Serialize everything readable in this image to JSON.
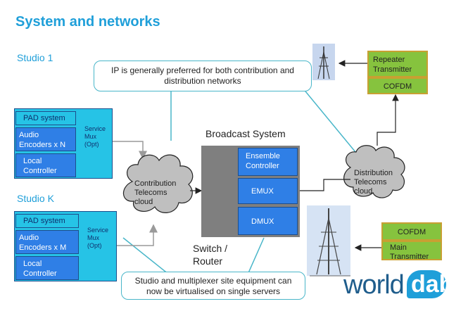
{
  "title": "System and networks",
  "studios": {
    "studio1": {
      "label": "Studio 1",
      "pad": "PAD system",
      "audio_line1": "Audio",
      "audio_line2": "Encoders x N",
      "local_line1": "Local",
      "local_line2": "Controller",
      "mux_line1": "Service",
      "mux_line2": "Mux",
      "mux_line3": "(Opt)"
    },
    "studioK": {
      "label": "Studio K",
      "pad": "PAD system",
      "audio_line1": "Audio",
      "audio_line2": "Encoders x M",
      "local_line1": "Local",
      "local_line2": "Controller",
      "mux_line1": "Service",
      "mux_line2": "Mux",
      "mux_line3": "(Opt)"
    }
  },
  "callouts": {
    "top_line1": "IP is generally preferred for both contribution and",
    "top_line2": "distribution networks",
    "bottom_line1": "Studio and multiplexer site equipment can",
    "bottom_line2": "now be virtualised on single servers"
  },
  "broadcast": {
    "label": "Broadcast System",
    "ensemble_line1": "Ensemble",
    "ensemble_line2": "Controller",
    "emux": "EMUX",
    "dmux": "DMUX",
    "switch_line1": "Switch /",
    "switch_line2": "Router"
  },
  "clouds": {
    "contribution_line1": "Contribution",
    "contribution_line2": "Telecoms",
    "contribution_line3": "cloud",
    "distribution_line1": "Distribution",
    "distribution_line2": "Telecoms",
    "distribution_line3": "cloud"
  },
  "transmitters": {
    "repeater_line1": "Repeater",
    "repeater_line2": "Transmitter",
    "repeater_cofdm": "COFDM",
    "main_cofdm": "COFDM",
    "main_line1": "Main",
    "main_line2": "Transmitter"
  },
  "logo": {
    "part1": "world",
    "part2": "dab"
  },
  "colors": {
    "title": "#1f9fd9",
    "encoder_blue": "#2f7fe6",
    "mux_cyan": "#26c3e6",
    "transmitter_green": "#86c33e",
    "line_teal": "#49b6c9"
  }
}
